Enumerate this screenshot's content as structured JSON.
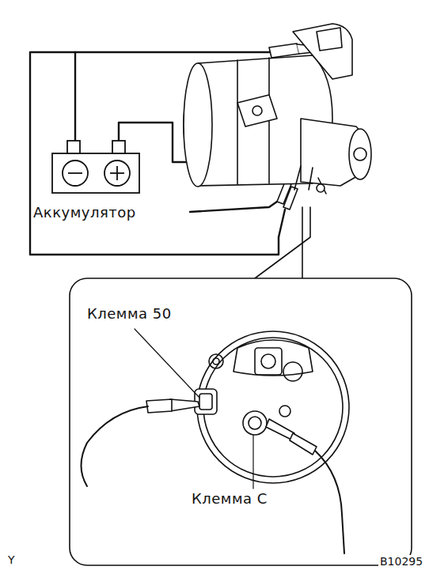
{
  "diagram": {
    "nodes": [
      {
        "text": [
          "Аккумулятор"
        ]
      }
    ],
    "labels": [
      "Клемма 50",
      "Клемма С",
      "Y",
      "B10295"
    ]
  }
}
